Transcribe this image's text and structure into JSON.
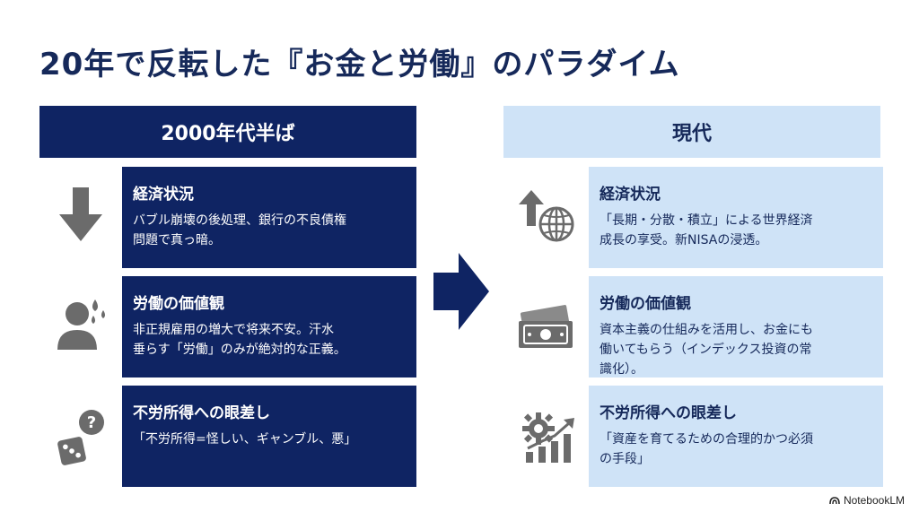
{
  "title": "20年で反転した『お金と労働』のパラダイム",
  "left": {
    "header": "2000年代半ば",
    "cards": [
      {
        "title": "経済状況",
        "text": "バブル崩壊の後処理、銀行の不良債権\n問題で真っ暗。",
        "icon": "down-arrow-icon"
      },
      {
        "title": "労働の価値観",
        "text": "非正規雇用の増大で将来不安。汗水\n垂らす「労働」のみが絶対的な正義。",
        "icon": "sweating-worker-icon"
      },
      {
        "title": "不労所得への眼差し",
        "text": "「不労所得=怪しい、ギャンブル、悪」",
        "icon": "question-dice-icon"
      }
    ]
  },
  "right": {
    "header": "現代",
    "cards": [
      {
        "title": "経済状況",
        "text": "「長期・分散・積立」による世界経済\n成長の享受。新NISAの浸透。",
        "icon": "growth-globe-icon"
      },
      {
        "title": "労働の価値観",
        "text": "資本主義の仕組みを活用し、お金にも\n働いてもらう（インデックス投資の常\n識化）。",
        "icon": "banknotes-icon"
      },
      {
        "title": "不労所得への眼差し",
        "text": "「資産を育てるための合理的かつ必須\nの手段」",
        "icon": "gear-growth-icon"
      }
    ]
  },
  "brand": "NotebookLM",
  "colors": {
    "navy": "#0f2463",
    "light_blue": "#cfe3f7",
    "icon_gray": "#6b6b6b"
  }
}
